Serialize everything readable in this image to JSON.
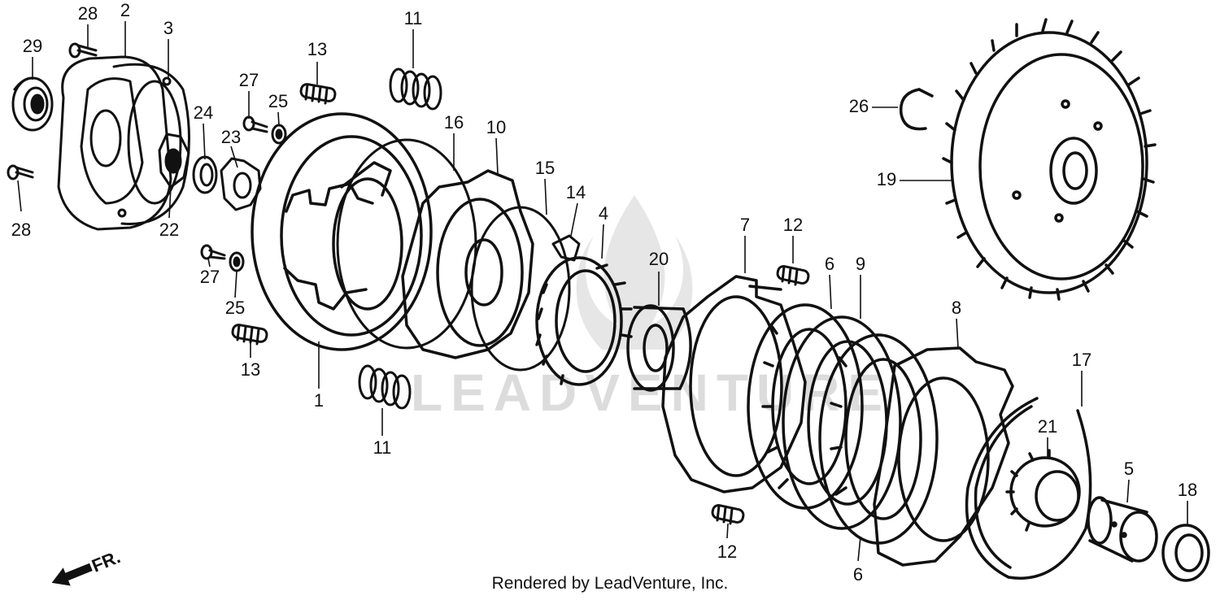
{
  "watermark": "LEADVENTURE",
  "footer": "Rendered by LeadVenture, Inc.",
  "direction_label": "FR.",
  "callouts": {
    "c28a": "28",
    "c2": "2",
    "c3": "3",
    "c29": "29",
    "c28b": "28",
    "c22": "22",
    "c24": "24",
    "c23": "23",
    "c27a": "27",
    "c25a": "25",
    "c13a": "13",
    "c11a": "11",
    "c16": "16",
    "c10": "10",
    "c15": "15",
    "c14": "14",
    "c4": "4",
    "c27b": "27",
    "c25b": "25",
    "c13b": "13",
    "c1": "1",
    "c11b": "11",
    "c20": "20",
    "c7": "7",
    "c12a": "12",
    "c6a": "6",
    "c9": "9",
    "c8": "8",
    "c17": "17",
    "c21": "21",
    "c5": "5",
    "c18": "18",
    "c6b": "6",
    "c12b": "12",
    "c26": "26",
    "c19": "19"
  }
}
